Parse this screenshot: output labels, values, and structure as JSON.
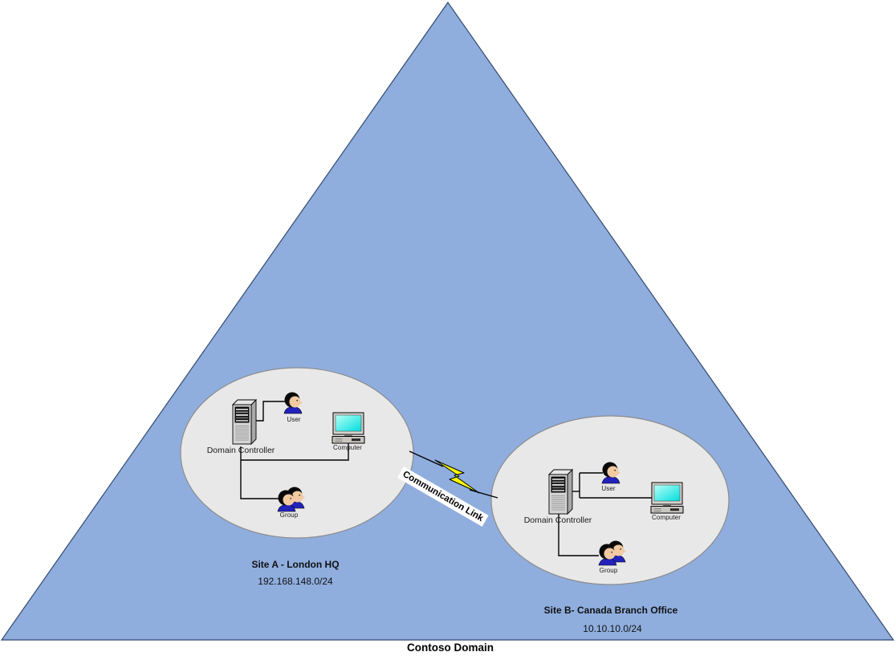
{
  "diagram": {
    "domain_label": "Contoso Domain",
    "link_label": "Communication Link"
  },
  "sites": [
    {
      "name": "Site A - London HQ",
      "subnet": "192.168.148.0/24",
      "dc_label": "Domain Controller",
      "user_label": "User",
      "computer_label": "Computer",
      "group_label": "Group"
    },
    {
      "name": "Site B- Canada Branch Office",
      "subnet": "10.10.10.0/24",
      "dc_label": "Domain Controller",
      "user_label": "User",
      "computer_label": "Computer",
      "group_label": "Group"
    }
  ],
  "colors": {
    "triangle_fill": "#8FAEDE",
    "triangle_stroke": "#33496E",
    "site_fill": "#E8E8E8",
    "site_stroke": "#8C8C8C",
    "bolt_fill": "#FFFF00",
    "bolt_stroke": "#000000",
    "link_label_bg": "#FFFFFF",
    "screen_color": "#34E8E8",
    "shoulder_color": "#2222BB"
  }
}
